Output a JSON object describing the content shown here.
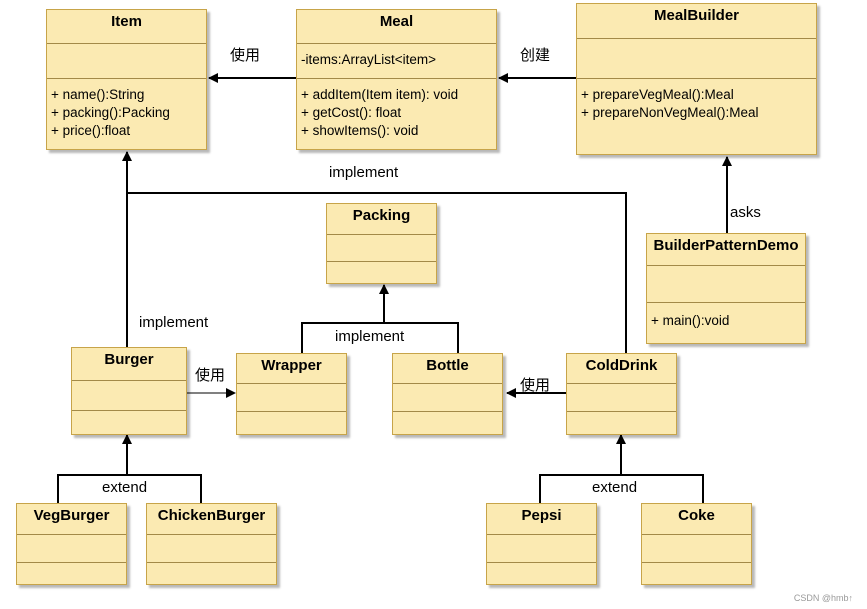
{
  "classes": {
    "item": {
      "name": "Item",
      "attributes": "",
      "methods": [
        "+ name():String",
        "+ packing():Packing",
        "+ price():float"
      ]
    },
    "meal": {
      "name": "Meal",
      "attributes": "-items:ArrayList<item>",
      "methods": [
        "+ addItem(Item item): void",
        "+ getCost(): float",
        "+ showItems(): void"
      ]
    },
    "mealbuilder": {
      "name": "MealBuilder",
      "methods": [
        "+ prepareVegMeal():Meal",
        "+ prepareNonVegMeal():Meal"
      ]
    },
    "packing": {
      "name": "Packing"
    },
    "builderdemo": {
      "name": "BuilderPatternDemo",
      "methods": [
        "+ main():void"
      ]
    },
    "burger": {
      "name": "Burger"
    },
    "wrapper": {
      "name": "Wrapper"
    },
    "bottle": {
      "name": "Bottle"
    },
    "colddrink": {
      "name": "ColdDrink"
    },
    "vegburger": {
      "name": "VegBurger"
    },
    "chickenburger": {
      "name": "ChickenBurger"
    },
    "pepsi": {
      "name": "Pepsi"
    },
    "coke": {
      "name": "Coke"
    }
  },
  "labels": {
    "use_item": "使用",
    "create": "创建",
    "implement_top": "implement",
    "implement_burger": "implement",
    "implement_packing": "implement",
    "asks": "asks",
    "use_wrapper": "使用",
    "use_bottle": "使用",
    "extend_burger": "extend",
    "extend_drink": "extend"
  },
  "watermark": "CSDN @hmb↑"
}
